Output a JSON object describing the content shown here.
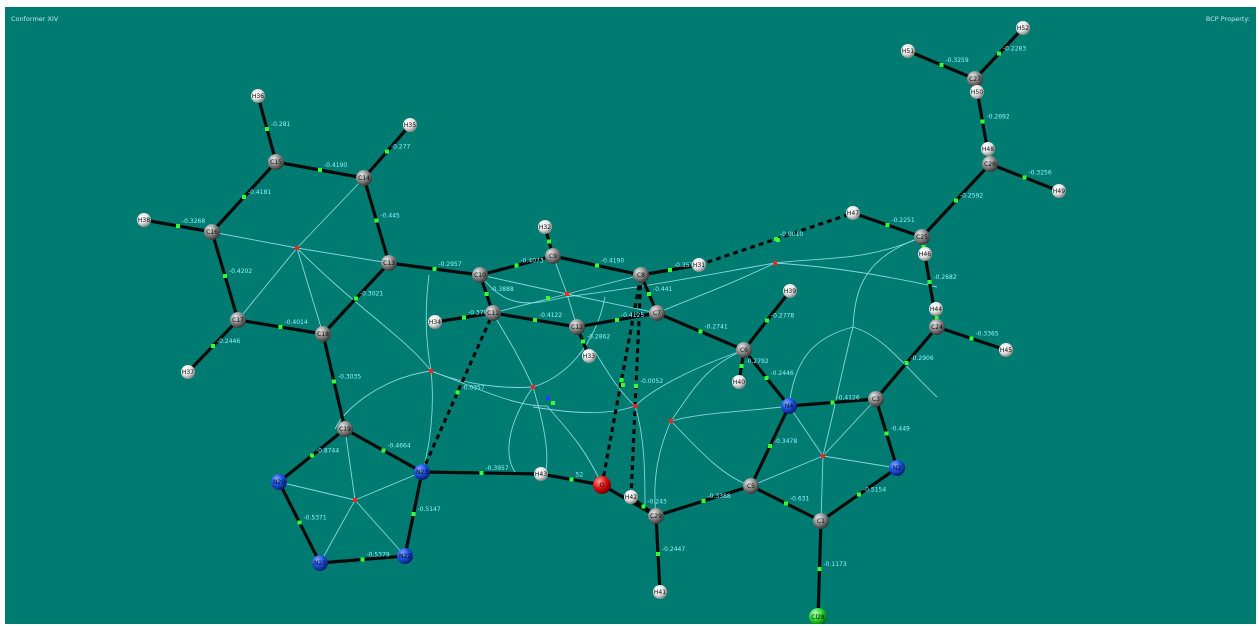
{
  "header": {
    "left_text": "Conformer XIV",
    "right_text": "BCP Property:"
  },
  "colors": {
    "background": "#007b72",
    "carbon": "#8a8a8a",
    "hydrogen": "#e6e6e6",
    "nitrogen": "#1a4fe0",
    "oxygen": "#e01010",
    "chlorine": "#26d62a",
    "bond": "#0a0a0a",
    "bond_path": "#9fe7ef",
    "bcp": "#33ff33",
    "rcp": "#ff2020",
    "ccp": "#2040ff",
    "bcp_label": "#8ff3ff"
  },
  "atoms": [
    {
      "id": "C15",
      "el": "C"
    },
    {
      "id": "C14",
      "el": "C"
    },
    {
      "id": "C16",
      "el": "C"
    },
    {
      "id": "C13",
      "el": "C"
    },
    {
      "id": "C17",
      "el": "C"
    },
    {
      "id": "C18",
      "el": "C"
    },
    {
      "id": "C19",
      "el": "C"
    },
    {
      "id": "N20",
      "el": "N"
    },
    {
      "id": "N21",
      "el": "N"
    },
    {
      "id": "N22",
      "el": "N"
    },
    {
      "id": "N23",
      "el": "N"
    },
    {
      "id": "C10",
      "el": "C"
    },
    {
      "id": "C9",
      "el": "C"
    },
    {
      "id": "C8",
      "el": "C"
    },
    {
      "id": "C11",
      "el": "C"
    },
    {
      "id": "C12",
      "el": "C"
    },
    {
      "id": "C7",
      "el": "C"
    },
    {
      "id": "C6",
      "el": "C"
    },
    {
      "id": "N4",
      "el": "N"
    },
    {
      "id": "C3",
      "el": "C"
    },
    {
      "id": "N2",
      "el": "N"
    },
    {
      "id": "C1",
      "el": "C"
    },
    {
      "id": "C5",
      "el": "C"
    },
    {
      "id": "C29",
      "el": "C"
    },
    {
      "id": "O",
      "el": "O"
    },
    {
      "id": "Cl28",
      "el": "Cl"
    },
    {
      "id": "C24",
      "el": "C"
    },
    {
      "id": "C25",
      "el": "C"
    },
    {
      "id": "C26",
      "el": "C"
    },
    {
      "id": "C27",
      "el": "C"
    },
    {
      "id": "H36",
      "el": "H"
    },
    {
      "id": "H35",
      "el": "H"
    },
    {
      "id": "H38",
      "el": "H"
    },
    {
      "id": "H37",
      "el": "H"
    },
    {
      "id": "H34",
      "el": "H"
    },
    {
      "id": "H32",
      "el": "H"
    },
    {
      "id": "H33",
      "el": "H"
    },
    {
      "id": "H31",
      "el": "H"
    },
    {
      "id": "H39",
      "el": "H"
    },
    {
      "id": "H40",
      "el": "H"
    },
    {
      "id": "H43",
      "el": "H"
    },
    {
      "id": "H42",
      "el": "H"
    },
    {
      "id": "H41",
      "el": "H"
    },
    {
      "id": "H47",
      "el": "H"
    },
    {
      "id": "H46",
      "el": "H"
    },
    {
      "id": "H44",
      "el": "H"
    },
    {
      "id": "H45",
      "el": "H"
    },
    {
      "id": "H48",
      "el": "H"
    },
    {
      "id": "H49",
      "el": "H"
    },
    {
      "id": "H50",
      "el": "H"
    },
    {
      "id": "H51",
      "el": "H"
    },
    {
      "id": "H52",
      "el": "H"
    }
  ],
  "bonds": [
    {
      "a": "C15",
      "b": "C14",
      "label": "-0.4190"
    },
    {
      "a": "C15",
      "b": "C16",
      "label": "-0.4181"
    },
    {
      "a": "C14",
      "b": "C13",
      "label": "-0.445"
    },
    {
      "a": "C16",
      "b": "C17",
      "label": "-0.4202"
    },
    {
      "a": "C17",
      "b": "C18",
      "label": "-0.4014"
    },
    {
      "a": "C13",
      "b": "C18",
      "label": "-0.3021"
    },
    {
      "a": "C15",
      "b": "H36",
      "label": "-0.281"
    },
    {
      "a": "C14",
      "b": "H35",
      "label": "-0.277"
    },
    {
      "a": "C16",
      "b": "H38",
      "label": "-0.3268"
    },
    {
      "a": "C17",
      "b": "H37",
      "label": "-0.2446"
    },
    {
      "a": "C18",
      "b": "C19",
      "label": "-0.3035"
    },
    {
      "a": "C19",
      "b": "N20",
      "label": "-0.8744"
    },
    {
      "a": "C19",
      "b": "N23",
      "label": "-0.4664"
    },
    {
      "a": "N20",
      "b": "N21",
      "label": "-0.5371"
    },
    {
      "a": "N21",
      "b": "N22",
      "label": "-0.5379"
    },
    {
      "a": "N22",
      "b": "N23",
      "label": "-0.5147"
    },
    {
      "a": "N23",
      "b": "H43",
      "label": "-0.3957"
    },
    {
      "a": "H43",
      "b": "O",
      "label": "52"
    },
    {
      "a": "C13",
      "b": "C10",
      "label": "-0.2957"
    },
    {
      "a": "C10",
      "b": "C9",
      "label": "-0.4073"
    },
    {
      "a": "C9",
      "b": "C8",
      "label": "-0.4190"
    },
    {
      "a": "C9",
      "b": "H32",
      "label": ""
    },
    {
      "a": "C8",
      "b": "H31",
      "label": "-0.3576"
    },
    {
      "a": "C10",
      "b": "C11",
      "label": "-0.3888"
    },
    {
      "a": "C11",
      "b": "C12",
      "label": "-0.4122"
    },
    {
      "a": "C12",
      "b": "C7",
      "label": "-0.4125"
    },
    {
      "a": "C8",
      "b": "C7",
      "label": "-0.441"
    },
    {
      "a": "C11",
      "b": "H34",
      "label": "-0.3700"
    },
    {
      "a": "C12",
      "b": "H33",
      "label": "-0.2862"
    },
    {
      "a": "C7",
      "b": "C6",
      "label": "-0.2741"
    },
    {
      "a": "C6",
      "b": "H39",
      "label": "-0.2778"
    },
    {
      "a": "C6",
      "b": "H40",
      "label": "-0.2792"
    },
    {
      "a": "C6",
      "b": "N4",
      "label": "-0.2446"
    },
    {
      "a": "N4",
      "b": "C3",
      "label": "-0.4126"
    },
    {
      "a": "C3",
      "b": "N2",
      "label": "-0.449"
    },
    {
      "a": "N2",
      "b": "C1",
      "label": "-0.5154"
    },
    {
      "a": "C1",
      "b": "C5",
      "label": "-0.631"
    },
    {
      "a": "C5",
      "b": "N4",
      "label": "-0.3478"
    },
    {
      "a": "C5",
      "b": "C29",
      "label": "-0.3388"
    },
    {
      "a": "C29",
      "b": "O",
      "label": ""
    },
    {
      "a": "C29",
      "b": "H42",
      "label": "-0.243"
    },
    {
      "a": "C29",
      "b": "H41",
      "label": "-0.2447"
    },
    {
      "a": "C1",
      "b": "Cl28",
      "label": "-0.1173"
    },
    {
      "a": "C3",
      "b": "C24",
      "label": "-0.2906"
    },
    {
      "a": "C24",
      "b": "H44",
      "label": ""
    },
    {
      "a": "C24",
      "b": "H45",
      "label": "-0.3365"
    },
    {
      "a": "C24",
      "b": "C25",
      "label": "-0.2682"
    },
    {
      "a": "C25",
      "b": "H46",
      "label": ""
    },
    {
      "a": "C25",
      "b": "H47",
      "label": "-0.2251"
    },
    {
      "a": "C25",
      "b": "C26",
      "label": "-0.2592"
    },
    {
      "a": "C26",
      "b": "H48",
      "label": ""
    },
    {
      "a": "C26",
      "b": "H49",
      "label": "-0.3256"
    },
    {
      "a": "C26",
      "b": "C27",
      "label": "-0.2692"
    },
    {
      "a": "C27",
      "b": "H50",
      "label": ""
    },
    {
      "a": "C27",
      "b": "H51",
      "label": "-0.3259"
    },
    {
      "a": "C27",
      "b": "H52",
      "label": "-0.2283"
    }
  ],
  "hbonds": [
    {
      "a": "H31",
      "b": "H47",
      "label": "-0.0010"
    },
    {
      "a": "N23",
      "b": "C11",
      "label": "-0.0357"
    },
    {
      "a": "O",
      "b": "C8",
      "label": ""
    },
    {
      "a": "H42",
      "b": "C8",
      "label": "-0.0052"
    }
  ]
}
